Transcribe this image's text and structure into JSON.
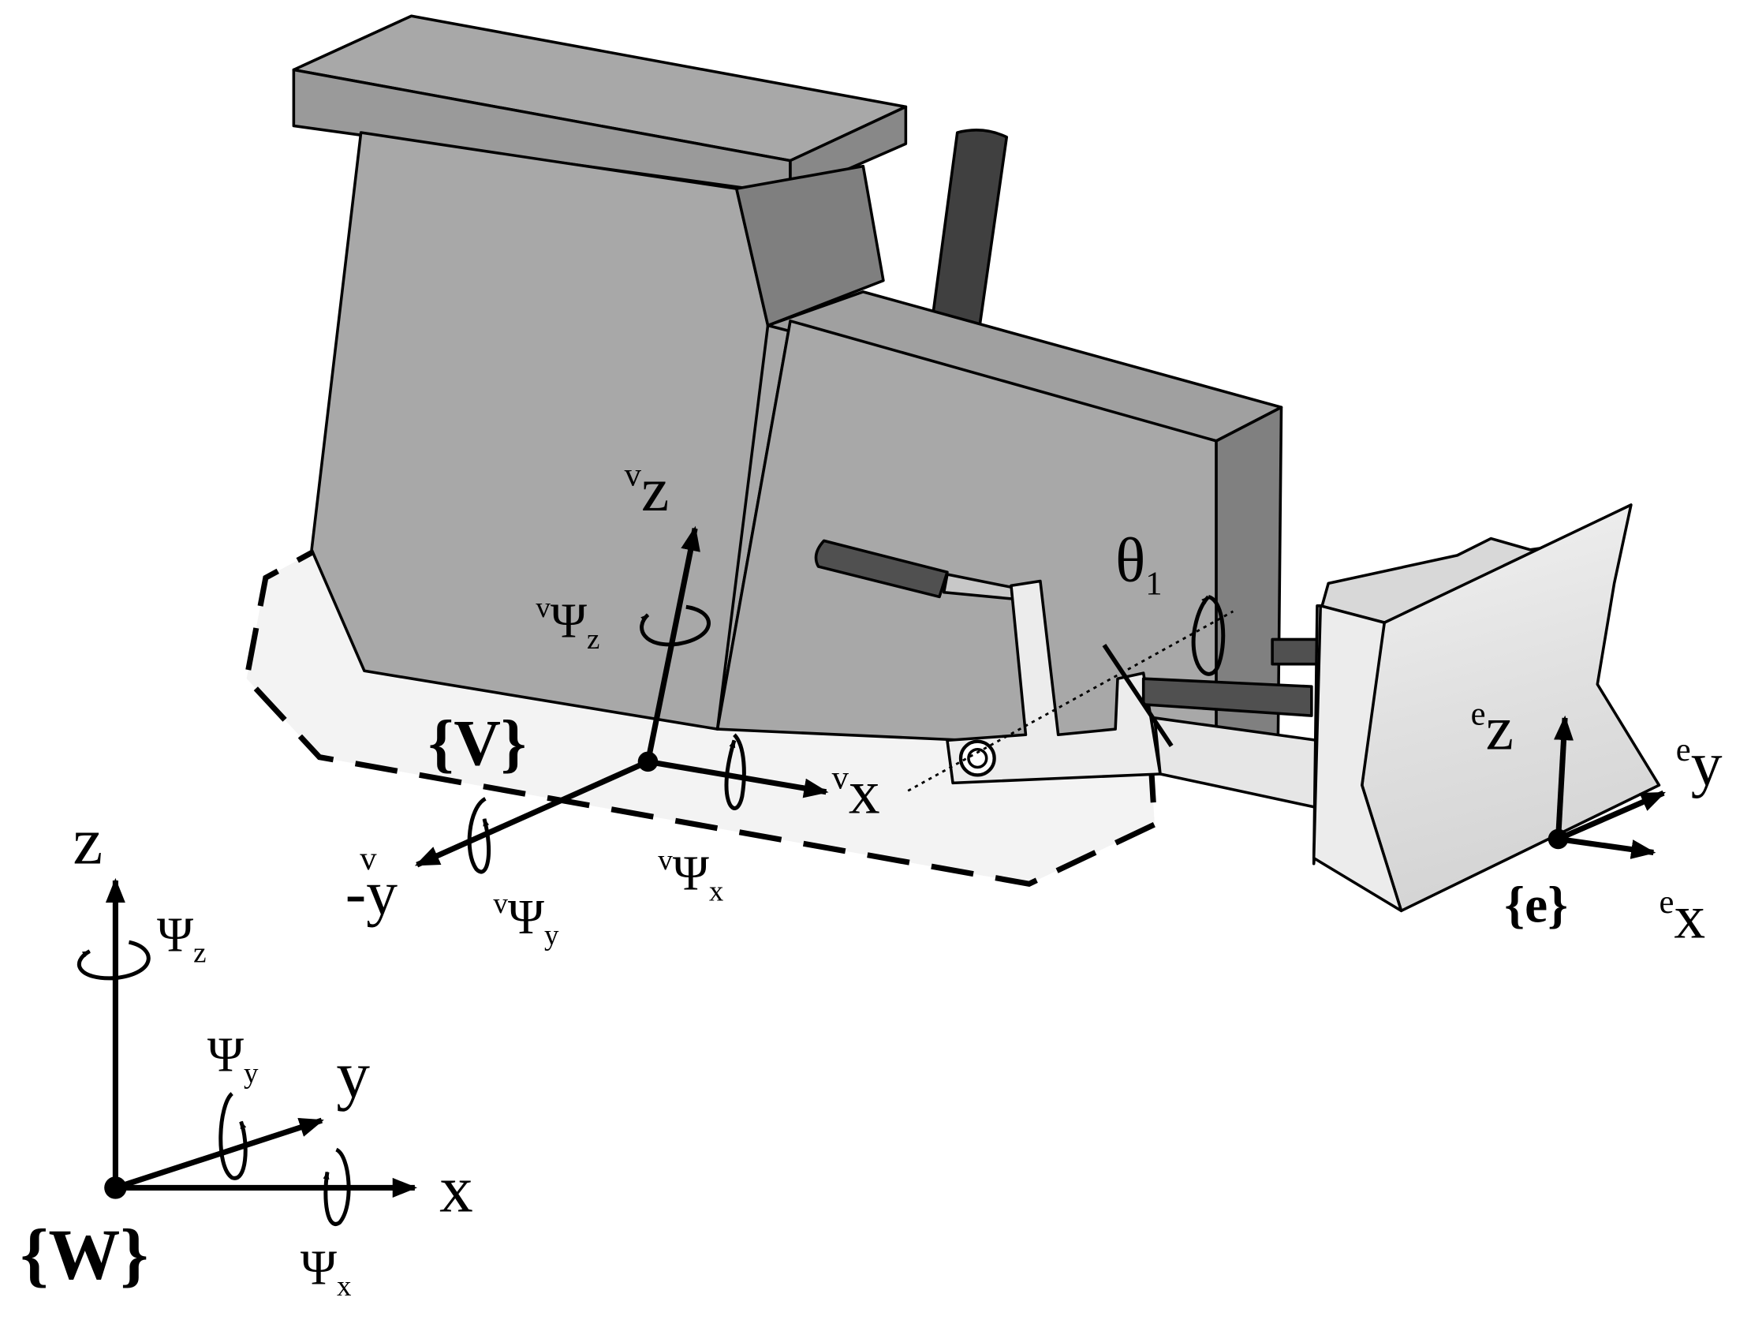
{
  "figure": {
    "world_frame": {
      "label": "{W}",
      "axis_z": "z",
      "axis_y": "y",
      "axis_x": "x",
      "rot_z": {
        "base": "Ψ",
        "sub": "z"
      },
      "rot_y": {
        "base": "Ψ",
        "sub": "y"
      },
      "rot_x": {
        "base": "Ψ",
        "sub": "x"
      }
    },
    "vehicle_frame": {
      "label": "{V}",
      "axis_z": {
        "pre": "v",
        "base": "z"
      },
      "axis_x": {
        "pre": "v",
        "base": "x"
      },
      "axis_y": {
        "pre": "v",
        "base": "-y"
      },
      "rot_z": {
        "pre": "v",
        "base": "Ψ",
        "sub": "z"
      },
      "rot_x": {
        "pre": "v",
        "base": "Ψ",
        "sub": "x"
      },
      "rot_y": {
        "pre": "v",
        "base": "Ψ",
        "sub": "y"
      }
    },
    "blade_frame": {
      "label": "{e}",
      "axis_z": {
        "pre": "e",
        "base": "z"
      },
      "axis_y": {
        "pre": "e",
        "base": "y"
      },
      "axis_x": {
        "pre": "e",
        "base": "x"
      }
    },
    "joint_angle": {
      "base": "θ",
      "sub": "1"
    },
    "colors": {
      "body_light": "#a8a8a8",
      "body_mid": "#808080",
      "body_dark": "#404040",
      "blade_light": "#e8e8e8",
      "track_fill": "#f2f2f2"
    }
  }
}
